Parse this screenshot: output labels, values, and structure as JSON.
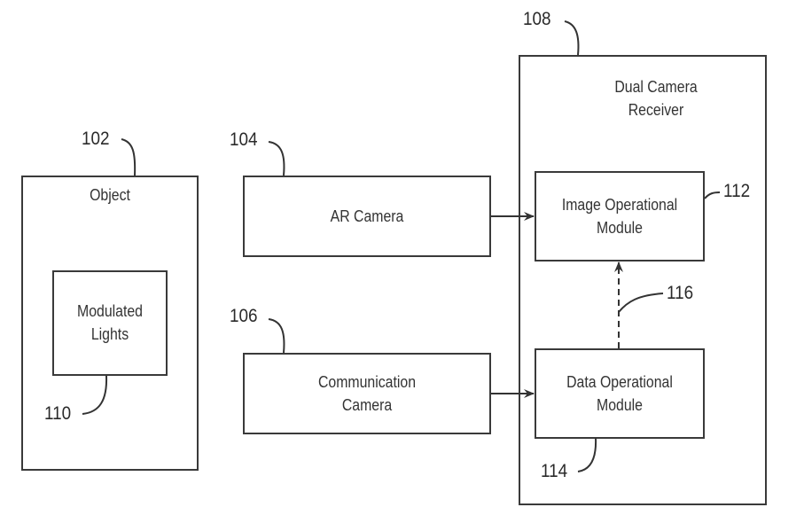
{
  "diagram": {
    "object": {
      "ref": "102",
      "label": "Object"
    },
    "modulated_lights": {
      "ref": "110",
      "label_line1": "Modulated",
      "label_line2": "Lights"
    },
    "ar_camera": {
      "ref": "104",
      "label": "AR Camera"
    },
    "communication_camera": {
      "ref": "106",
      "label_line1": "Communication",
      "label_line2": "Camera"
    },
    "dual_camera_receiver": {
      "ref": "108",
      "label_line1": "Dual Camera",
      "label_line2": "Receiver"
    },
    "image_operational_module": {
      "ref": "112",
      "label_line1": "Image Operational",
      "label_line2": "Module"
    },
    "data_operational_module": {
      "ref": "114",
      "label_line1": "Data Operational",
      "label_line2": "Module"
    },
    "data_link": {
      "ref": "116"
    },
    "connections": [
      {
        "from": "AR Camera",
        "to": "Image Operational Module",
        "style": "solid"
      },
      {
        "from": "Communication Camera",
        "to": "Data Operational Module",
        "style": "solid"
      },
      {
        "from": "Data Operational Module",
        "to": "Image Operational Module",
        "style": "dashed"
      }
    ]
  }
}
